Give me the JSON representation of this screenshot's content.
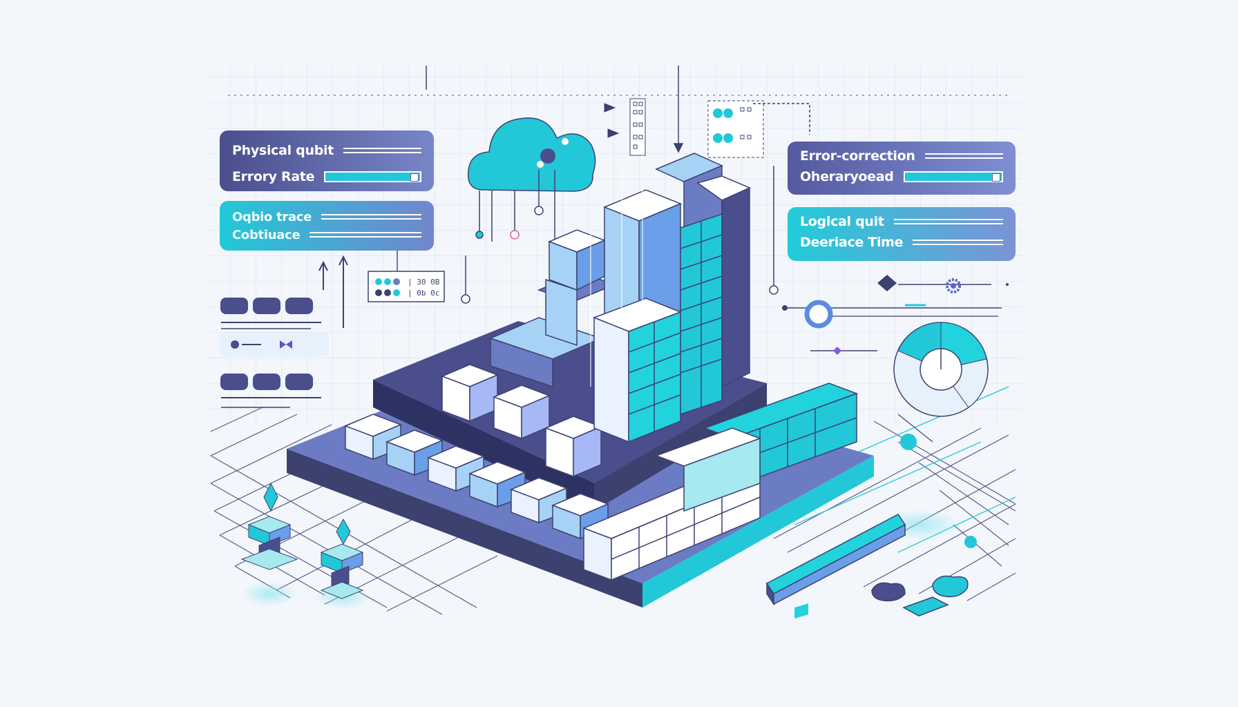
{
  "panels": {
    "physical": {
      "line1": "Physical qubit",
      "line2": "Errory Rate"
    },
    "coherence": {
      "line1": "Oqbio trace",
      "line2": "Cobtiuace"
    },
    "error_correction": {
      "line1": "Error-correction",
      "line2": "Oheraryoead"
    },
    "logical": {
      "line1": "Logical quit",
      "line2": "Deeriace Time"
    }
  },
  "colors": {
    "background": "#f3f6fb",
    "navy": "#3d4170",
    "slate": "#6b7cc4",
    "cyan": "#22d3de",
    "light_blue": "#a6d3f5",
    "white_block": "#ffffff"
  },
  "icons": [
    "cloud-icon",
    "gear-icon",
    "toggle-icon",
    "pie-chart-icon",
    "arrow-icon"
  ]
}
